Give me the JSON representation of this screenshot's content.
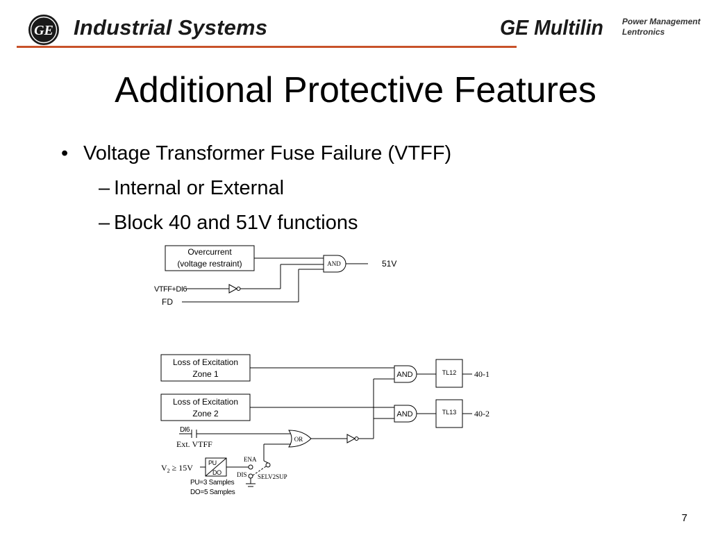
{
  "header": {
    "section_title": "Industrial Systems",
    "logo_text": "GE",
    "brand": "GE Multilin",
    "brand_sub_1": "Power Management",
    "brand_sub_2": "Lentronics"
  },
  "title": "Additional Protective Features",
  "bullets": [
    {
      "marker": "•",
      "text": "Voltage Transformer Fuse Failure (VTFF)",
      "level": 1
    },
    {
      "marker": "–",
      "text": "Internal or External",
      "level": 2
    },
    {
      "marker": "–",
      "text": "Block 40 and 51V functions",
      "level": 2
    }
  ],
  "diagram1": {
    "box_line1": "Overcurrent",
    "box_line2": "(voltage restraint)",
    "input_vtff": "VTFF+DI6",
    "input_fd": "FD",
    "gate": "AND",
    "output": "51V"
  },
  "diagram2": {
    "box1_line1": "Loss of Excitation",
    "box1_line2": "Zone 1",
    "box2_line1": "Loss of Excitation",
    "box2_line2": "Zone 2",
    "gate1": "AND",
    "gate2": "AND",
    "timer1": "TL12",
    "timer2": "TL13",
    "out1": "40-1",
    "out2": "40-2",
    "di_label": "DI6",
    "ext_label": "Ext. VTFF",
    "or_gate": "OR",
    "v2_label": "V",
    "v2_sub": "2",
    "v2_cond": "≥ 15V",
    "pu": "PU",
    "do": "DO",
    "ena": "ENA",
    "dis": "DIS",
    "selv": "SELV2SUP",
    "pu_note": "PU=3 Samples",
    "do_note": "DO=5 Samples"
  },
  "slide_number": "7"
}
